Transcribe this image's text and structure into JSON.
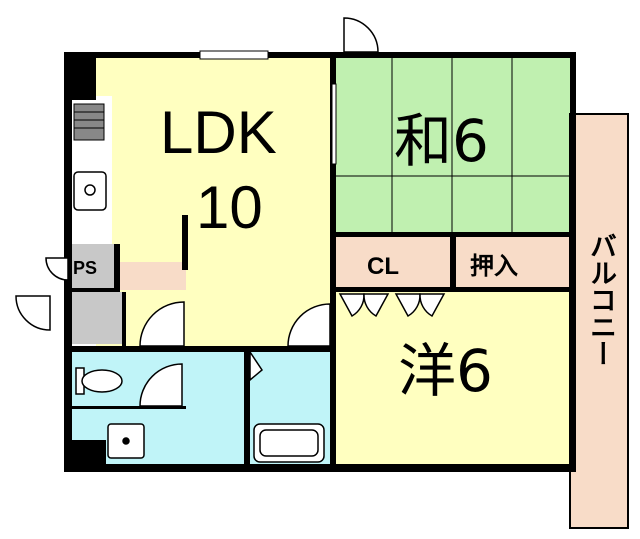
{
  "rooms": {
    "ldk_line1": "LDK",
    "ldk_line2": "10",
    "washitsu": "和6",
    "yoshitsu": "洋6",
    "closet": "CL",
    "oshiire": "押入",
    "pipe_space": "PS",
    "balcony": "バルコニー"
  },
  "colors": {
    "ldk": "#ffffc0",
    "washitsu": "#c0f0b0",
    "storage": "#f8dcc8",
    "wet_area": "#c0f4f8",
    "balcony": "#f8dcc8",
    "ps": "#c8c8c8",
    "wall": "#000000"
  }
}
